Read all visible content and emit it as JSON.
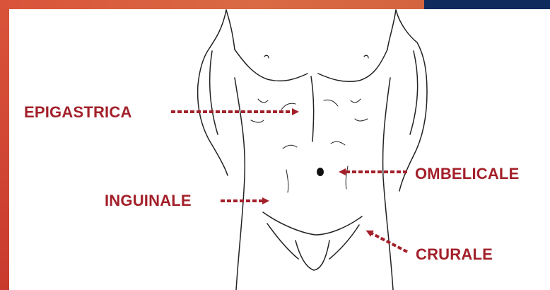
{
  "labels": {
    "epigastrica": "EPIGASTRICA",
    "inguinale": "INGUINALE",
    "ombelicale": "OMBELICALE",
    "crurale": "CRURALE"
  },
  "colors": {
    "label": "#a3202a",
    "arrow": "#a3202a",
    "frame_orange": "#d9533a",
    "frame_navy": "#0f2a5c",
    "outline": "#222222"
  }
}
